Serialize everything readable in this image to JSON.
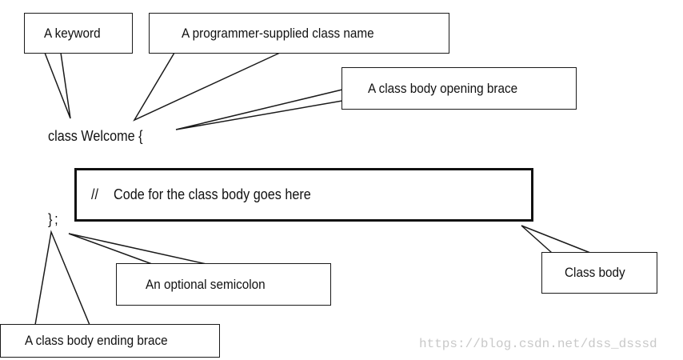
{
  "code": {
    "class_line": "class Welcome  {",
    "comment_marker": "//",
    "body_text": "Code for the class body goes here",
    "closing": "};"
  },
  "callouts": {
    "keyword": "A keyword",
    "class_name": "A programmer-supplied class name",
    "opening_brace": "A class body opening brace",
    "semicolon": "An optional semicolon",
    "class_body": "Class body",
    "ending_brace": "A class body ending brace"
  },
  "watermark": "https://blog.csdn.net/dss_dsssd",
  "colors": {
    "line": "#1a1a1a",
    "watermark": "#c9c9c9"
  }
}
